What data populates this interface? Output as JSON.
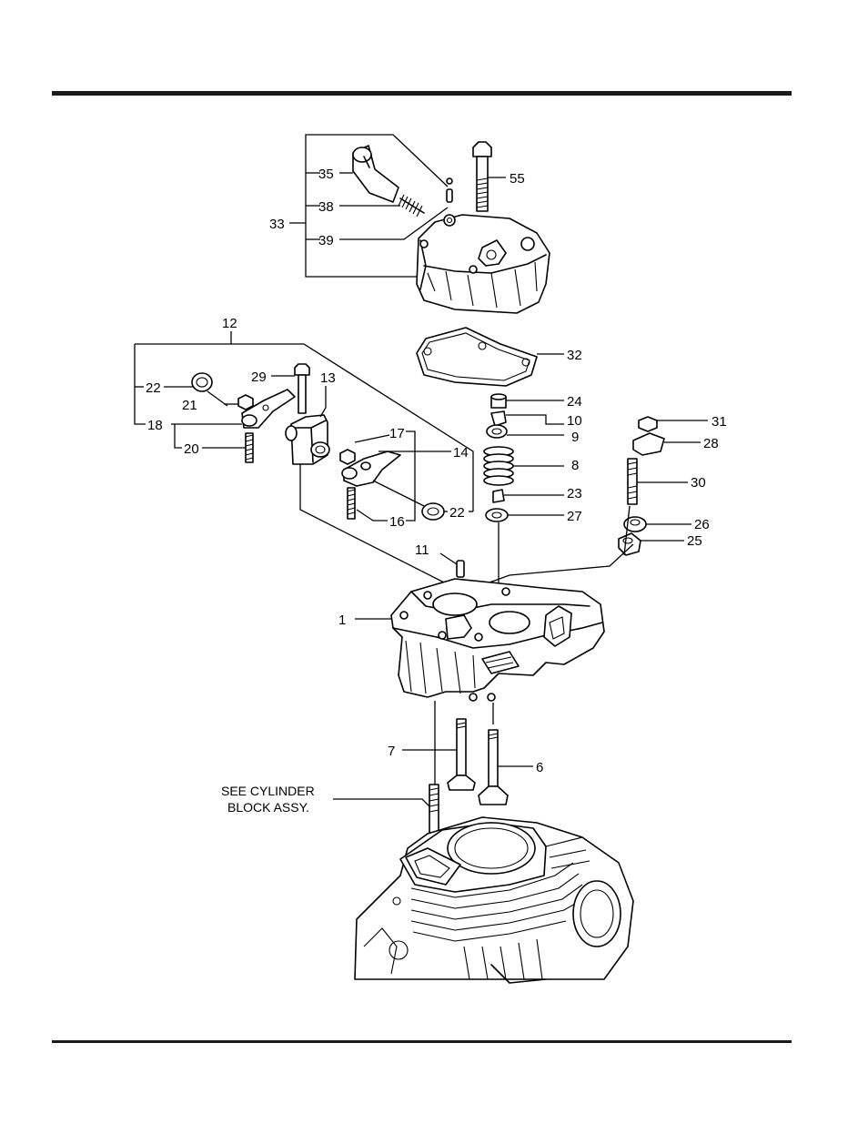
{
  "callouts": {
    "c55": "55",
    "c35": "35",
    "c38": "38",
    "c39": "39",
    "c33": "33",
    "c12": "12",
    "c13": "13",
    "c29": "29",
    "c22a": "22",
    "c21": "21",
    "c18": "18",
    "c20": "20",
    "c17": "17",
    "c14": "14",
    "c16": "16",
    "c22b": "22",
    "c32": "32",
    "c24": "24",
    "c10": "10",
    "c9": "9",
    "c8": "8",
    "c23": "23",
    "c27": "27",
    "c31": "31",
    "c28": "28",
    "c30": "30",
    "c26": "26",
    "c25": "25",
    "c11": "11",
    "c1": "1",
    "c7": "7",
    "c6": "6"
  },
  "note": {
    "line1": "SEE CYLINDER",
    "line2": "BLOCK ASSY."
  }
}
